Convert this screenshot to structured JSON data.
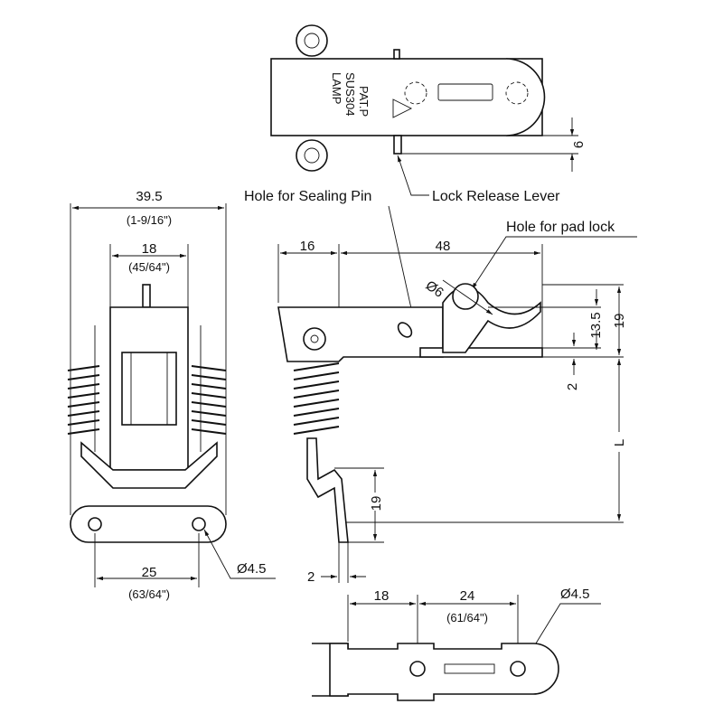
{
  "top_view": {
    "brand": "LAMP",
    "material": "SUS304",
    "patent": "PAT.P",
    "dim_lever": "6"
  },
  "callouts": {
    "sealing_pin": "Hole for Sealing Pin",
    "release_lever": "Lock Release Lever",
    "pad_lock": "Hole for pad lock"
  },
  "front_view": {
    "overall_width": "39.5",
    "overall_width_in": "(1-9/16\")",
    "inner_width": "18",
    "inner_width_in": "(45/64\")",
    "hole_pitch": "25",
    "hole_pitch_in": "(63/64\")",
    "hole_dia": "Ø4.5"
  },
  "side_view": {
    "dim_16": "16",
    "dim_48": "48",
    "padlock_dia": "Ø6",
    "dim_13_5": "13.5",
    "dim_19_top": "19",
    "dim_2_right": "2",
    "dim_L": "L",
    "dim_19_hook": "19",
    "dim_2_hook": "2"
  },
  "bottom_view": {
    "dim_18": "18",
    "dim_24": "24",
    "dim_24_in": "(61/64\")",
    "hole_dia": "Ø4.5"
  }
}
